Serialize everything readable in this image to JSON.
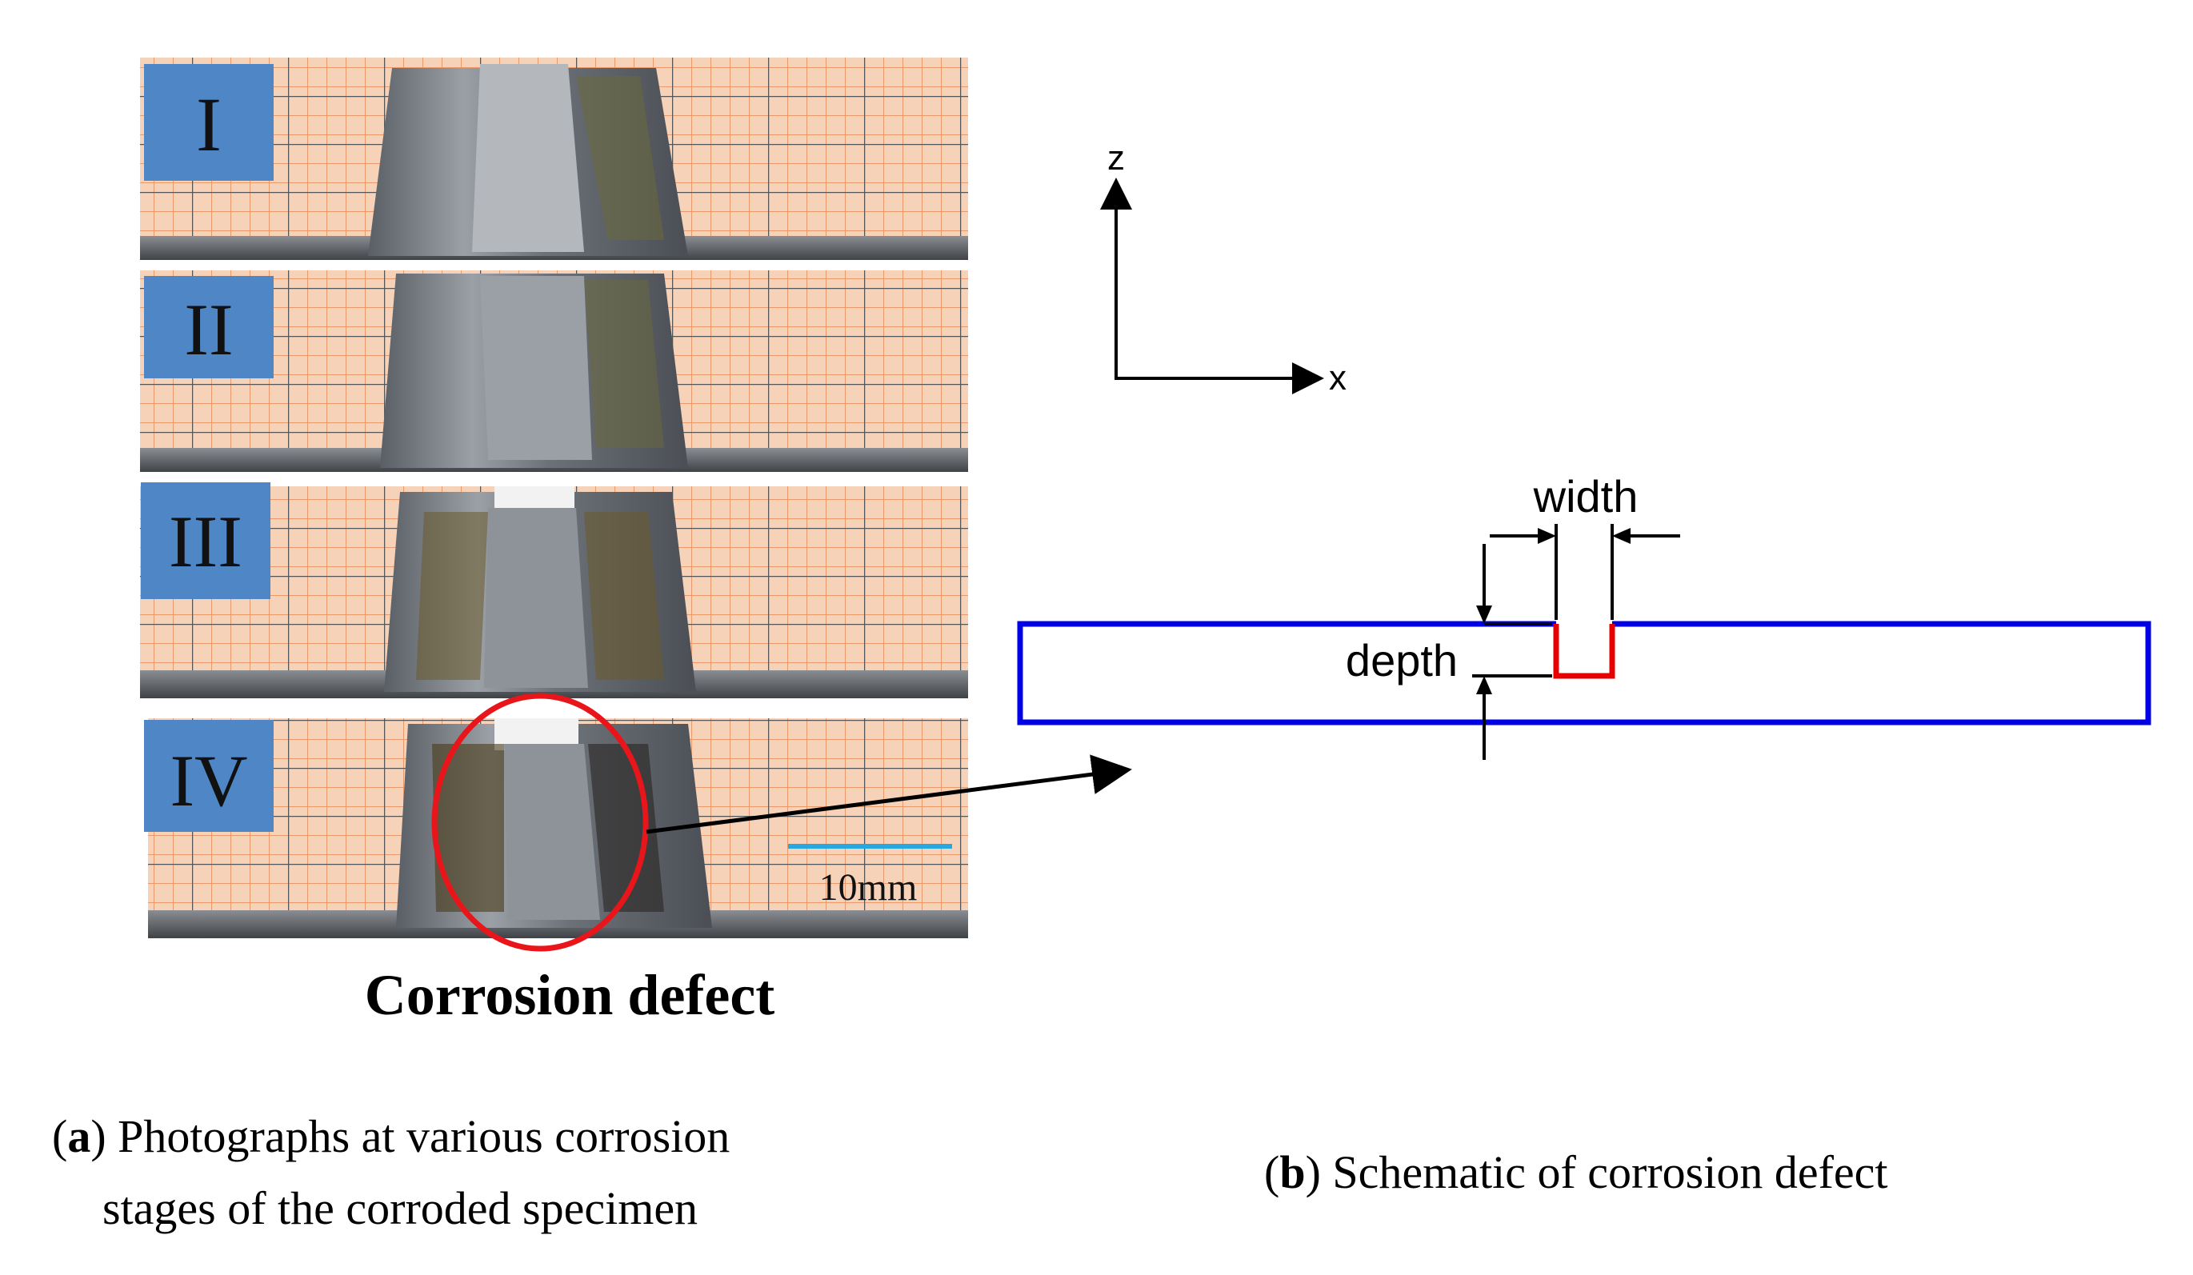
{
  "panel_a": {
    "stages": [
      {
        "label": "I"
      },
      {
        "label": "II"
      },
      {
        "label": "III"
      },
      {
        "label": "IV"
      }
    ],
    "scale_bar_label": "10mm",
    "highlight_label": "Corrosion defect",
    "caption_letter": "a",
    "caption_line1_rest": ") Photographs at various corrosion",
    "caption_line2": "stages of the corroded specimen"
  },
  "panel_b": {
    "axis_z_label": "z",
    "axis_x_label": "x",
    "width_label": "width",
    "depth_label": "depth",
    "caption_letter": "b",
    "caption_rest": ") Schematic of corrosion defect"
  },
  "colors": {
    "stage_label_bg": "#4F86C6",
    "graph_paper": "#F4C7A8",
    "grid_line": "#E58F5E",
    "specimen_outline": "#0000E6",
    "defect_outline": "#E60000",
    "highlight_circle": "#E8161B",
    "scale_bar": "#29A8E0"
  }
}
